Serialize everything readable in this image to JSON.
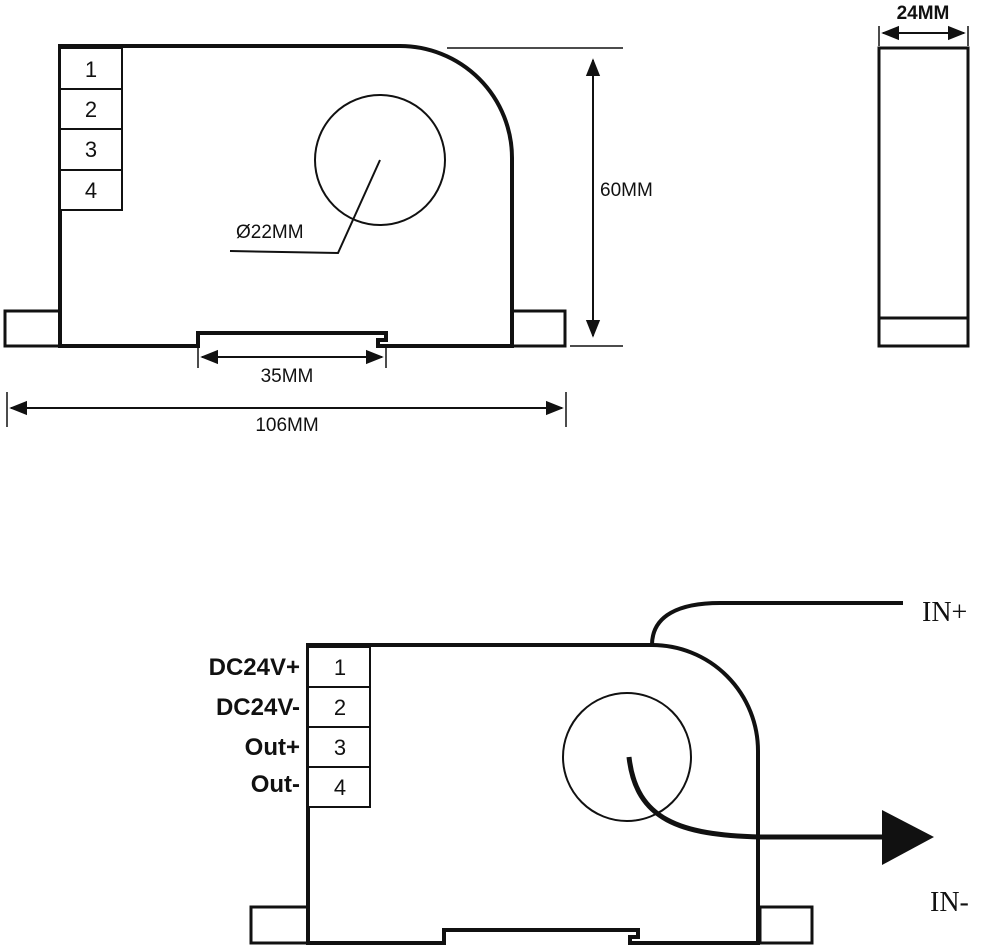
{
  "top_view": {
    "pins": [
      "1",
      "2",
      "3",
      "4"
    ],
    "diameter_label": "Ø22MM",
    "height_label": "60MM",
    "slot_label": "35MM",
    "width_label": "106MM"
  },
  "side_view": {
    "thickness_label": "24MM"
  },
  "wiring_view": {
    "pins": [
      {
        "number": "1",
        "label": "DC24V+"
      },
      {
        "number": "2",
        "label": "DC24V-"
      },
      {
        "number": "3",
        "label": "Out+"
      },
      {
        "number": "4",
        "label": "Out-"
      }
    ],
    "in_plus": "IN+",
    "in_minus": "IN-"
  }
}
